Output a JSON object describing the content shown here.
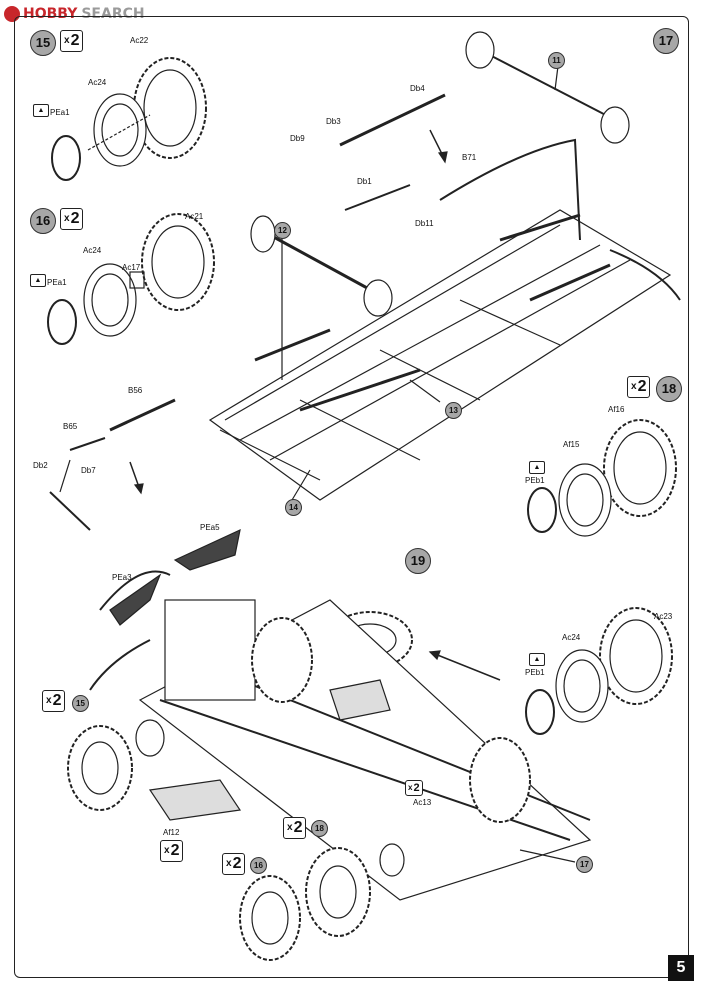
{
  "watermark": {
    "brand_red": "HOBBY",
    "brand_grey": "SEARCH"
  },
  "steps": {
    "s15": "15",
    "s16": "16",
    "s17": "17",
    "s18": "18",
    "s19": "19"
  },
  "qty": {
    "mult": "x",
    "two": "2"
  },
  "callouts": {
    "c11": "11",
    "c12": "12",
    "c13": "13",
    "c14": "14",
    "c15": "15",
    "c16": "16",
    "c17": "17",
    "c18": "18"
  },
  "labels": {
    "ac22": "Ac22",
    "ac24a": "Ac24",
    "pea1a": "PEa1",
    "ac21": "Ac21",
    "ac24b": "Ac24",
    "ac17": "Ac17",
    "pea1b": "PEa1",
    "db4": "Db4",
    "db3": "Db3",
    "db9": "Db9",
    "db1": "Db1",
    "db11": "Db11",
    "b71": "B71",
    "b56": "B56",
    "b65": "B65",
    "db2": "Db2",
    "db7": "Db7",
    "af16": "Af16",
    "af15": "Af15",
    "peb1a": "PEb1",
    "pea5": "PEa5",
    "pea3": "PEa3",
    "ac23": "Ac23",
    "ac24c": "Ac24",
    "peb1b": "PEb1",
    "ac13": "Ac13",
    "af12": "Af12"
  },
  "page_number": "5"
}
